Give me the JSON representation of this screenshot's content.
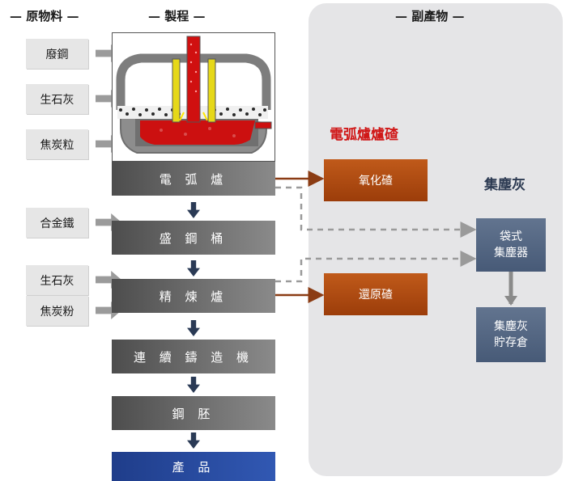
{
  "headers": {
    "raw_materials": "— 原物料 —",
    "process": "— 製程 —",
    "byproducts": "— 副產物 —"
  },
  "raw_materials": {
    "scrap_steel": "廢鋼",
    "quicklime_1": "生石灰",
    "coke_granules": "焦炭粒",
    "ferroalloy": "合金鐵",
    "quicklime_2": "生石灰",
    "coke_powder": "焦炭粉"
  },
  "process": {
    "eaf": "電 弧 爐",
    "ladle": "盛 鋼 桶",
    "refining": "精 煉 爐",
    "caster": "連 續 鑄 造 機",
    "billet": "鋼 胚",
    "product": "產 品"
  },
  "byproducts": {
    "eaf_slag_title": "電弧爐爐碴",
    "oxidized_slag": "氧化碴",
    "reduced_slag": "還原碴",
    "dust_title": "集塵灰",
    "baghouse_line1": "袋式",
    "baghouse_line2": "集塵器",
    "dust_storage_line1": "集塵灰",
    "dust_storage_line2": "貯存倉"
  },
  "icons": {
    "furnace": "electric-arc-furnace-icon"
  },
  "colors": {
    "process_gray": "#5f5f5f",
    "product_blue": "#2a4c9f",
    "slag_orange": "#b14c12",
    "slag_title_red": "#d01818",
    "dust_box_blue": "#56698a",
    "panel_gray": "#e5e5e7"
  }
}
